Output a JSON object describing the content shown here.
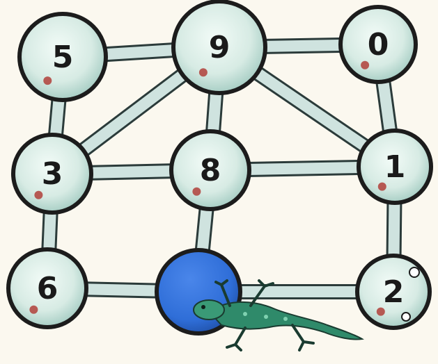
{
  "colors": {
    "background": "#fbf8ef",
    "node_fill": "#dfeee8",
    "node_fill_dark": "#9cc7bd",
    "node_outline": "#1c1c1c",
    "edge_fill": "#cfe3df",
    "edge_outline": "#2b3b3a",
    "blue_node": "#2f6ed8",
    "spot": "#b0403a",
    "lizard": "#2f8a6a"
  },
  "nodes": [
    {
      "id": "n5",
      "label": "5"
    },
    {
      "id": "n9",
      "label": "9"
    },
    {
      "id": "n0",
      "label": "0"
    },
    {
      "id": "n3",
      "label": "3"
    },
    {
      "id": "n8",
      "label": "8"
    },
    {
      "id": "n1",
      "label": "1"
    },
    {
      "id": "n6",
      "label": "6"
    },
    {
      "id": "blue",
      "label": ""
    },
    {
      "id": "n2",
      "label": "2"
    }
  ],
  "edges": [
    [
      "n5",
      "n9"
    ],
    [
      "n9",
      "n0"
    ],
    [
      "n5",
      "n3"
    ],
    [
      "n9",
      "n3"
    ],
    [
      "n9",
      "n8"
    ],
    [
      "n9",
      "n1"
    ],
    [
      "n0",
      "n1"
    ],
    [
      "n3",
      "n8"
    ],
    [
      "n8",
      "n1"
    ],
    [
      "n3",
      "n6"
    ],
    [
      "n8",
      "blue"
    ],
    [
      "n1",
      "n2"
    ],
    [
      "n6",
      "blue"
    ],
    [
      "blue",
      "n2"
    ]
  ]
}
